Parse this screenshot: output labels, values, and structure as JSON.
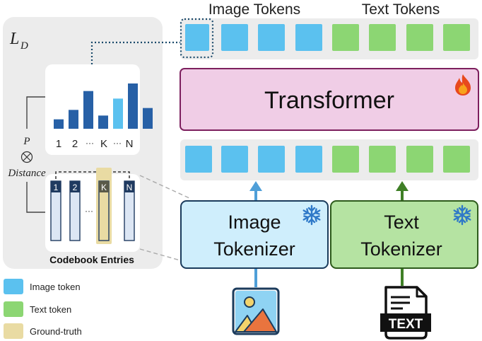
{
  "left_panel": {
    "loss_label": "L",
    "loss_subscript": "D",
    "p_label": "P",
    "otimes_symbol": "⊗",
    "distance_label": "Distance",
    "histogram": {
      "tick_labels": [
        "1",
        "2",
        "···",
        "K",
        "···",
        "N"
      ],
      "bar_values": [
        0.25,
        0.5,
        1.0,
        0.35,
        0.8,
        1.2,
        0.55
      ],
      "highlight_index": 4
    },
    "codebook": {
      "entry_labels": [
        "1",
        "2",
        "···",
        "K",
        "N"
      ],
      "title": "Codebook Entries"
    }
  },
  "top_sequence": {
    "image_tokens_label": "Image Tokens",
    "text_tokens_label": "Text Tokens"
  },
  "transformer": {
    "label": "Transformer",
    "icon": "fire-icon"
  },
  "image_tokenizer": {
    "label_line1": "Image",
    "label_line2": "Tokenizer",
    "icon": "snowflake-icon"
  },
  "text_tokenizer": {
    "label_line1": "Text",
    "label_line2": "Tokenizer",
    "icon": "snowflake-icon"
  },
  "text_doc_icon": {
    "label": "TEXT"
  },
  "legend": {
    "items": [
      {
        "label": "Image token",
        "color": "#5bc1ef"
      },
      {
        "label": "Text token",
        "color": "#8cd673"
      },
      {
        "label": "Ground-truth",
        "color": "#e9dba3"
      }
    ]
  },
  "colors": {
    "image_token": "#5bc1ef",
    "text_token": "#8cd673",
    "ground_truth": "#e9dba3",
    "transformer_fill": "#f0cde6",
    "transformer_border": "#7d1f5e",
    "image_tok_fill": "#cfeefc",
    "image_tok_border": "#1a3b5c",
    "text_tok_fill": "#b5e3a2",
    "text_tok_border": "#2d5a1b",
    "bar": "#2760a6",
    "bar_highlight": "#5bc1ef",
    "panel": "#ececec",
    "entry_fill": "#dce6f4",
    "entry_head": "#1f3a60"
  }
}
